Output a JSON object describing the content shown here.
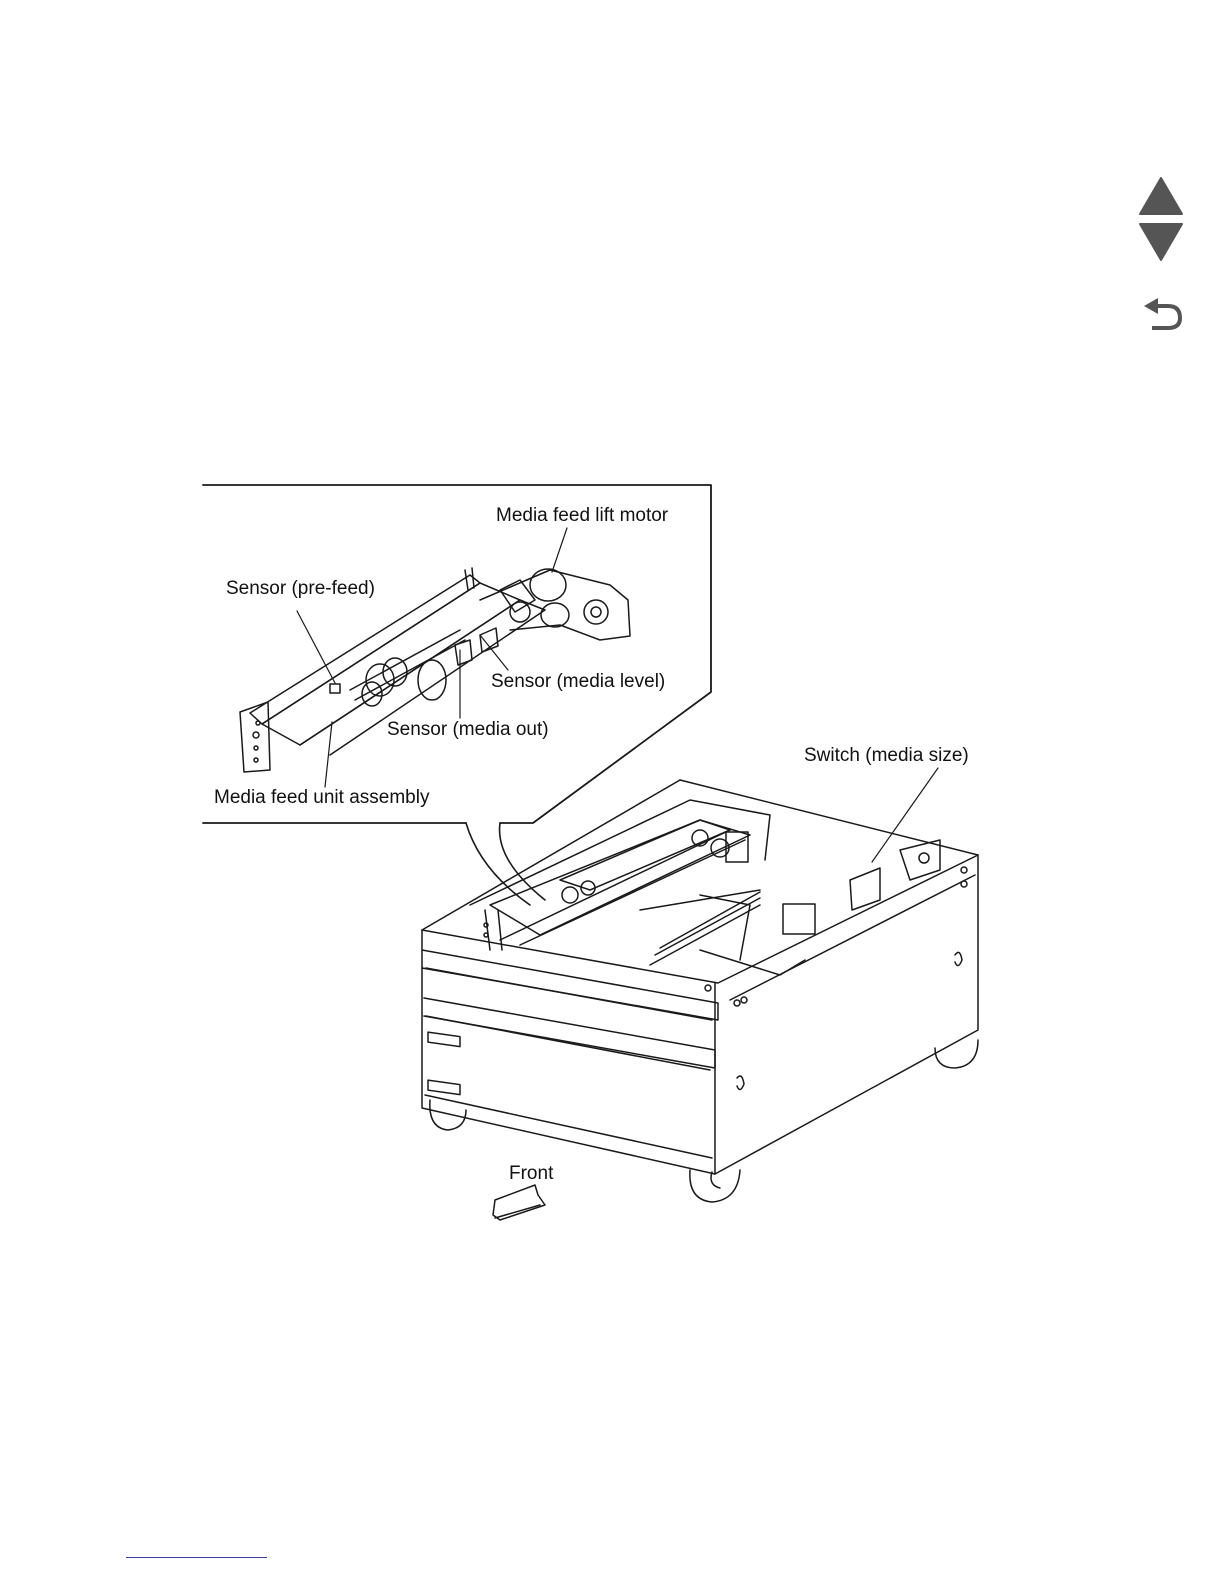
{
  "navigation": {
    "up_icon": "triangle-up-icon",
    "down_icon": "triangle-down-icon",
    "back_icon": "return-arrow-icon"
  },
  "figure": {
    "callouts": {
      "lift_motor": "Media feed lift motor",
      "pre_feed": "Sensor (pre-feed)",
      "media_level": "Sensor (media level)",
      "media_out": "Sensor (media out)",
      "feed_unit": "Media feed unit assembly",
      "switch": "Switch (media size)",
      "front": "Front"
    }
  },
  "colors": {
    "line_art": "#1a1a1a",
    "nav_icon": "#555555",
    "footer_link": "#3a3aa8"
  }
}
